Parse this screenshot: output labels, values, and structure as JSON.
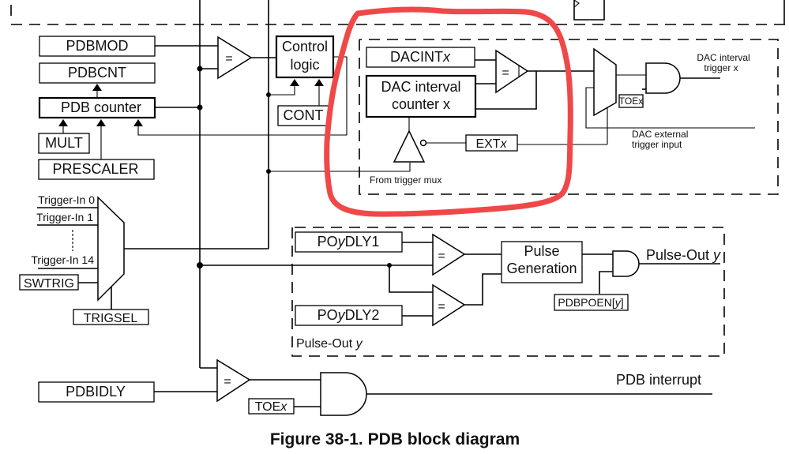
{
  "figure": {
    "caption": "Figure 38-1. PDB block diagram",
    "annotation_color": "#f04848"
  },
  "counter_section": {
    "pdbmod": "PDBMOD",
    "pdbcnt": "PDBCNT",
    "pdb_counter": "PDB counter",
    "mult": "MULT",
    "prescaler": "PRESCALER",
    "comparator": "=",
    "control_logic_line1": "Control",
    "control_logic_line2": "logic",
    "cont": "CONT"
  },
  "trigger_mux": {
    "inputs": [
      "Trigger-In 0",
      "Trigger-In 1",
      "Trigger-In 14"
    ],
    "swtrig": "SWTRIG",
    "trigsel": "TRIGSEL"
  },
  "dac_section": {
    "dacint": "DACINT",
    "dacint_suffix": "x",
    "dac_counter_line1": "DAC interval",
    "dac_counter_line2": "counter x",
    "comparator": "=",
    "ext": "EXT",
    "ext_suffix": "x",
    "from_trigger_mux": "From trigger mux",
    "toe": "TOEx",
    "dac_trigger_line1": "DAC interval",
    "dac_trigger_line2": "trigger x",
    "dac_external_line1": "DAC external",
    "dac_external_line2": "trigger input"
  },
  "pulse_out_section": {
    "poydly1_pre": "PO",
    "poydly1_y": "y",
    "poydly1_post": "DLY1",
    "poydly2_pre": "PO",
    "poydly2_y": "y",
    "poydly2_post": "DLY2",
    "comparator": "=",
    "pulse_gen_line1": "Pulse",
    "pulse_gen_line2": "Generation",
    "pdbpoen_pre": "PDBPOEN[",
    "pdbpoen_y": "y",
    "pdbpoen_post": "]",
    "output_label_pre": "Pulse-Out ",
    "output_label_y": "y",
    "section_label_pre": "Pulse-Out ",
    "section_label_y": "y"
  },
  "interrupt_section": {
    "pdbidly": "PDBIDLY",
    "comparator": "=",
    "toe_pre": "TOE",
    "toe_x": "x",
    "output_label": "PDB interrupt"
  }
}
